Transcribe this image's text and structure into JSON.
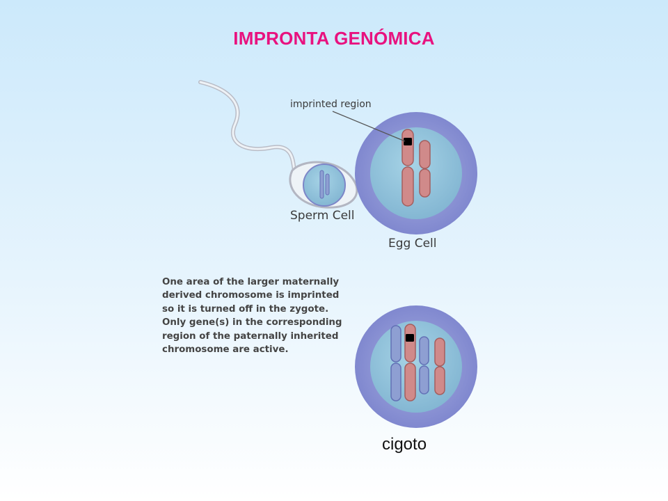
{
  "title": "IMPRONTA GENÓMICA",
  "labels": {
    "imprinted_region": "imprinted region",
    "sperm_cell": "Sperm Cell",
    "egg_cell": "Egg Cell",
    "zygote": "cigoto"
  },
  "description_lines": [
    "One area of the larger maternally",
    "derived chromosome is imprinted",
    "so it is turned off in the zygote.",
    "Only gene(s) in the corresponding",
    "region of the paternally inherited",
    "chromosome are active."
  ],
  "colors": {
    "title": "#e8127f",
    "cell_outer": "#8b93d4",
    "cell_inner": "#8fbfd8",
    "maternal_chromosome": "#d08a8a",
    "paternal_chromosome": "#8e9fd2",
    "imprint_mark": "#000000"
  }
}
